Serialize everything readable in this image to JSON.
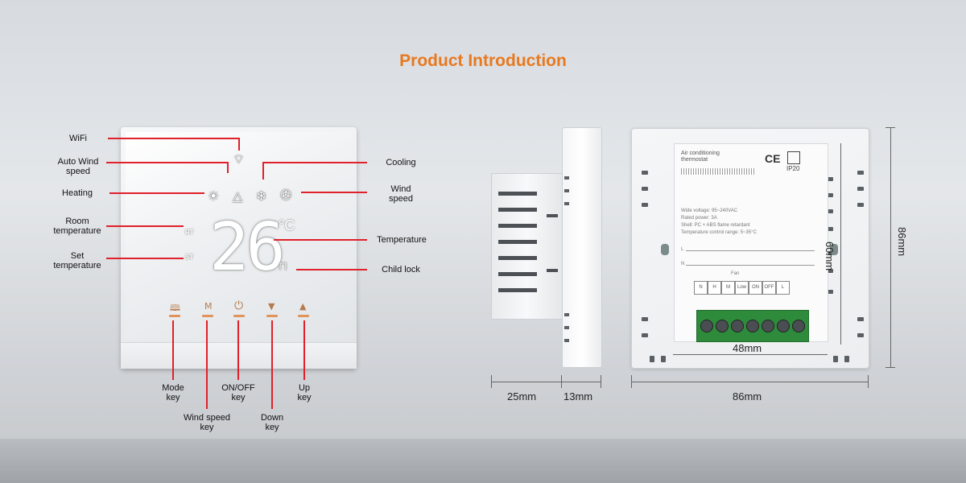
{
  "title": "Product Introduction",
  "labels": {
    "wifi": "WiFi",
    "auto_wind_1": "Auto Wind",
    "auto_wind_2": "speed",
    "heating": "Heating",
    "room_1": "Room",
    "room_2": "temperature",
    "set_1": "Set",
    "set_2": "temperature",
    "cooling": "Cooling",
    "wind_1": "Wind",
    "wind_2": "speed",
    "temperature": "Temperature",
    "child_lock": "Child lock",
    "mode_1": "Mode",
    "mode_2": "key",
    "windkey_1": "Wind speed",
    "windkey_2": "key",
    "onoff_1": "ON/OFF",
    "onoff_2": "key",
    "down_1": "Down",
    "down_2": "key",
    "up_1": "Up",
    "up_2": "key"
  },
  "display": {
    "temperature_value": "26",
    "unit": "°C",
    "rt": "RT",
    "st": "ST",
    "mode_icon": "m",
    "m_key": "M",
    "power_icon": "⏻",
    "down_icon": "▼",
    "up_icon": "▲"
  },
  "icons": [
    "wifi-icon",
    "auto-wind-icon",
    "sun-icon",
    "snowflake-icon",
    "fan-icon",
    "lock-icon",
    "book-icon",
    "power-icon"
  ],
  "back": {
    "device_1": "Air conditioning",
    "device_2": "thermostat",
    "ce": "CE",
    "ip": "IP20",
    "spec_1": "Wide voltage: 95~240VAC",
    "spec_2": "Rated power: 3A",
    "spec_3": "Shell: PC + ABS flame retardant",
    "spec_4": "Temperature control range: 5~35°C",
    "line_l": "L",
    "line_n": "N",
    "fan": "Fan",
    "terminals": [
      "N",
      "H",
      "M",
      "Low",
      "ON",
      "OFF",
      "L"
    ]
  },
  "dimensions": {
    "d25": "25mm",
    "d13": "13mm",
    "d86w": "86mm",
    "d48": "48mm",
    "d60": "60mm",
    "d86h": "86mm"
  },
  "colors": {
    "title": "#e8791f",
    "leader_line": "#e0202a",
    "key_bar": "#e2935b",
    "terminal": "#2e8b3b"
  }
}
